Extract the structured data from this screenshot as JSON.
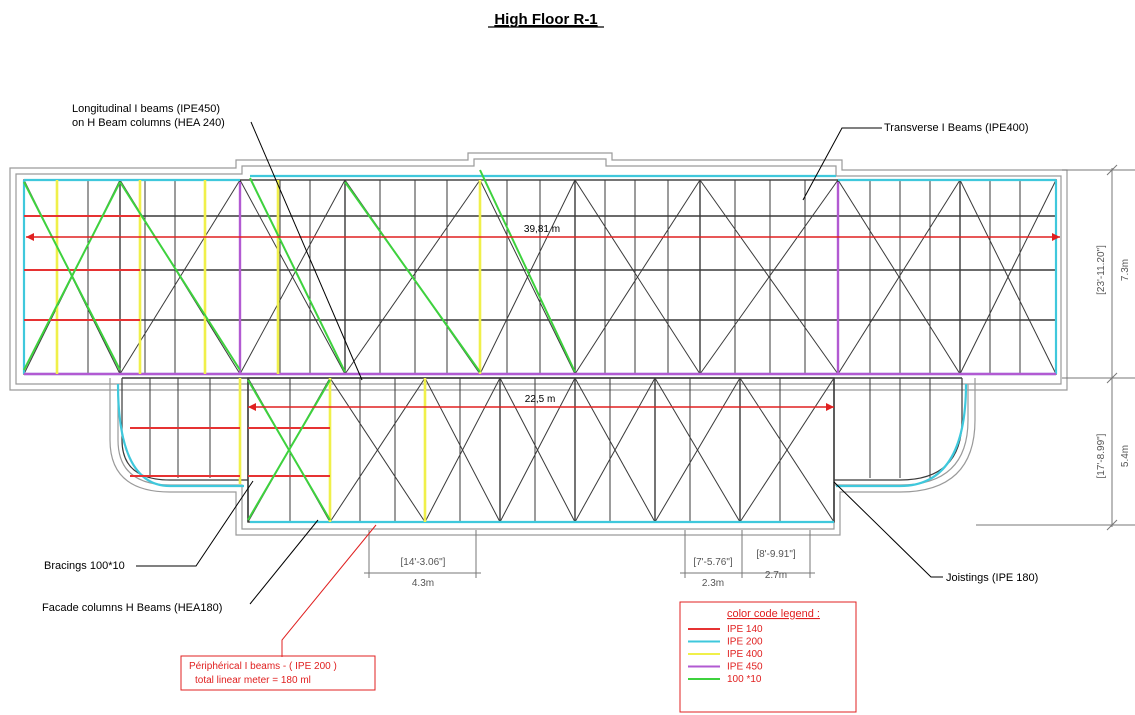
{
  "title": "High Floor R-1",
  "callouts": {
    "longitudinal_line1": "Longitudinal I beams (IPE450)",
    "longitudinal_line2": "on H Beam columns (HEA 240)",
    "transverse": "Transverse I Beams (IPE400)",
    "bracings": "Bracings 100*10",
    "facade_columns": "Facade columns H Beams (HEA180)",
    "joistings": "Joistings (IPE 180)",
    "peripherical_line1": "Périphérical I beams - ( IPE 200 )",
    "peripherical_line2": "total linear meter = 180 ml"
  },
  "dimensions": {
    "span_top": "39,81 m",
    "span_bottom": "22,5 m",
    "right_upper_imperial": "[23'-11.20\"]",
    "right_upper_metric": "7.3m",
    "right_lower_imperial": "[17'-8.99\"]",
    "right_lower_metric": "5.4m",
    "bottom_a_imperial": "[14'-3.06\"]",
    "bottom_a_metric": "4.3m",
    "bottom_b_imperial": "[7'-5.76\"]",
    "bottom_b_metric": "2.3m",
    "bottom_c_imperial": "[8'-9.91\"]",
    "bottom_c_metric": "2.7m"
  },
  "legend": {
    "title": "color code legend :",
    "items": [
      {
        "label": "IPE 140",
        "color": "#e63232"
      },
      {
        "label": "IPE 200",
        "color": "#3fc8dc"
      },
      {
        "label": "IPE 400",
        "color": "#f0f04a"
      },
      {
        "label": "IPE 450",
        "color": "#b25ad2"
      },
      {
        "label": "100 *10",
        "color": "#3ed23e"
      }
    ]
  },
  "colors": {
    "structure": "#3a3a3a",
    "wall": "#9a9a9a",
    "annotation_red": "#e02020",
    "dimension_gray": "#777777"
  }
}
